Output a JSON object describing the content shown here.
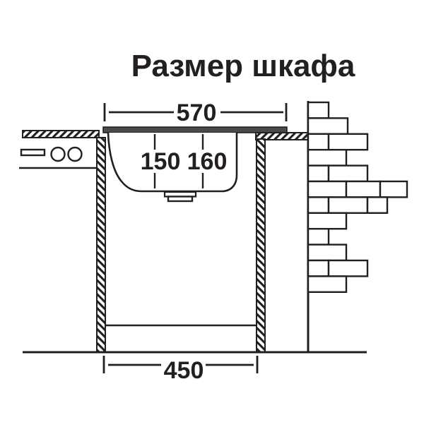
{
  "title": "Размер шкафа",
  "dimensions": {
    "cabinet_top_width_mm": "570",
    "bowl_inner_left_mm": "150",
    "bowl_inner_right_mm": "160",
    "cabinet_bottom_width_mm": "450"
  },
  "colors": {
    "line": "#231f20",
    "sink_rim_fill": "#4a4a4c",
    "background": "#ffffff"
  }
}
